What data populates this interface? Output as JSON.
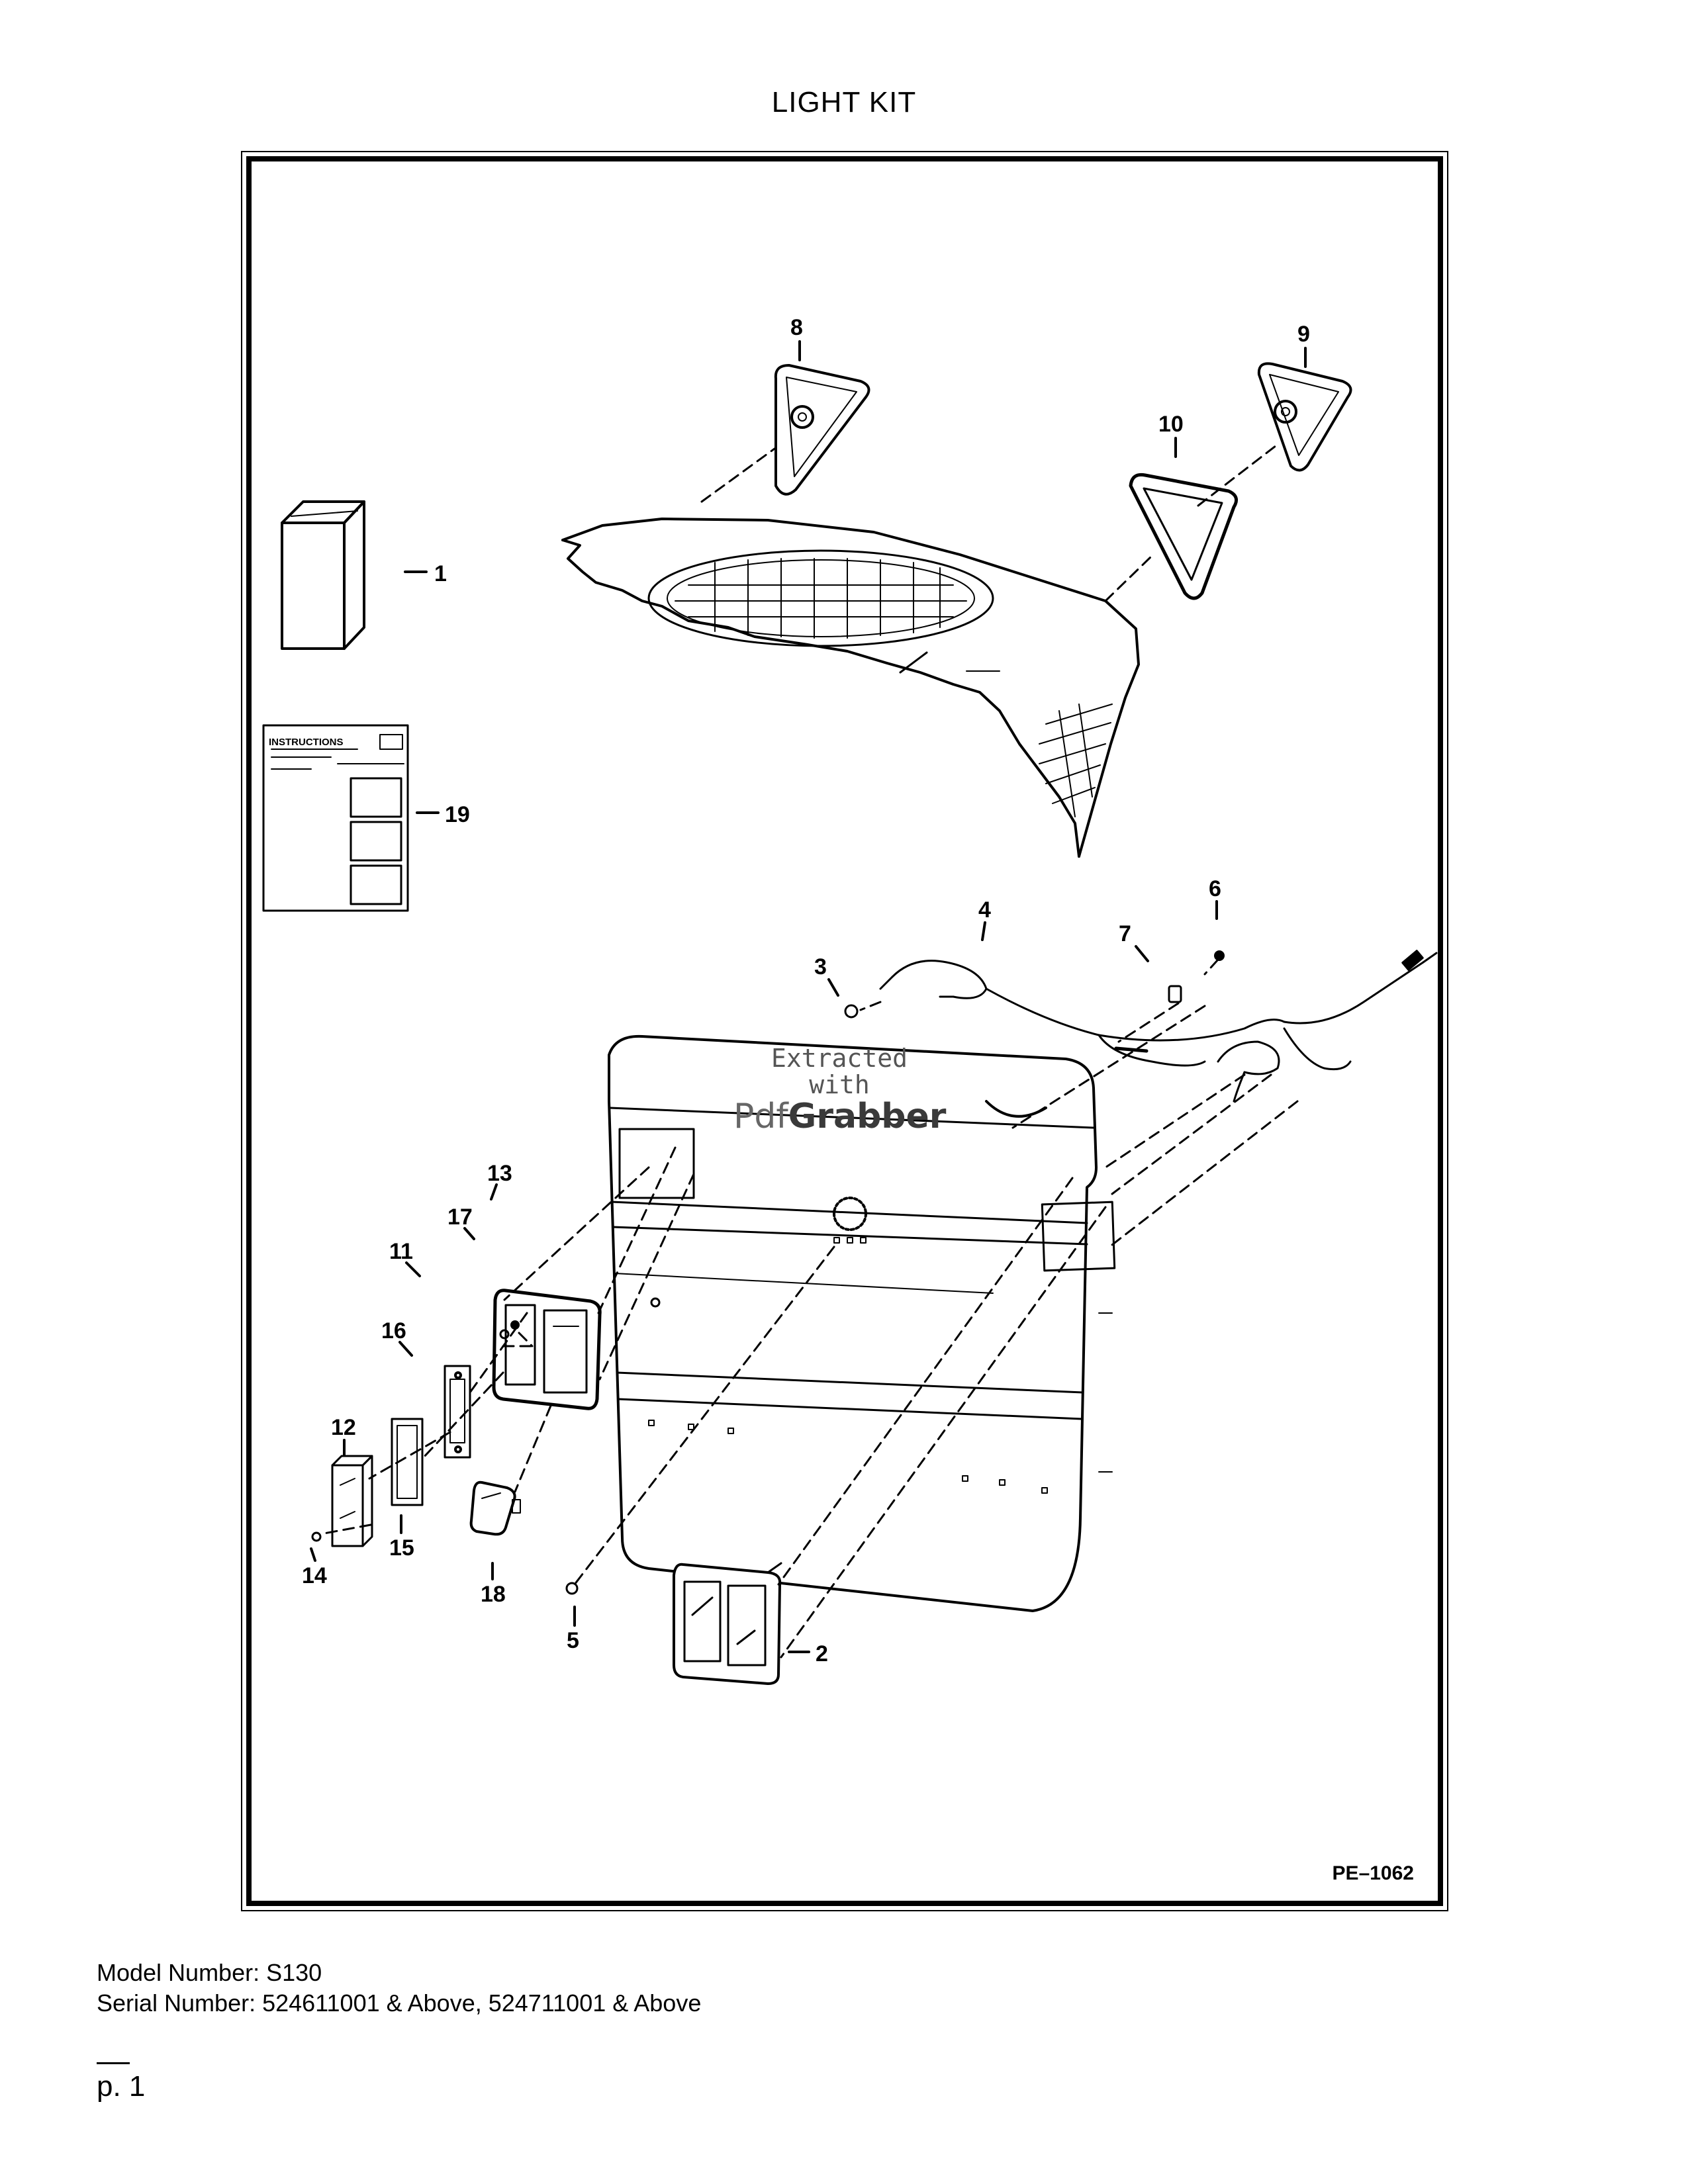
{
  "document": {
    "title": "LIGHT KIT",
    "plate_id": "PE–1062",
    "model_line": "Model Number: S130",
    "serial_line": "Serial Number: 524611001 & Above, 524711001 & Above",
    "page_number": "p. 1"
  },
  "diagram": {
    "callouts": [
      "1",
      "2",
      "3",
      "4",
      "5",
      "6",
      "7",
      "8",
      "9",
      "10",
      "11",
      "12",
      "13",
      "14",
      "15",
      "16",
      "17",
      "18",
      "19"
    ],
    "instruction_sheet_heading": "INSTRUCTIONS"
  },
  "watermark": {
    "line1": "Extracted",
    "line2": "with",
    "brand_light": "Pdf",
    "brand_bold": "Grabber"
  }
}
